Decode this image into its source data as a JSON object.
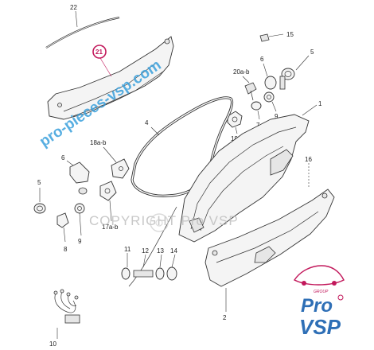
{
  "watermark": {
    "site": "pro-pieces-vsp.com",
    "copyright": "COPYRIGHT Pro VSP",
    "color": "#3aa0dc"
  },
  "brand": {
    "group_text": "GROUP",
    "line1": "Pro",
    "line2": "VSP",
    "pink": "#c2185b",
    "blue": "#2e6fb6"
  },
  "labels": {
    "p1": "1",
    "p2": "2",
    "p4": "4",
    "p5a": "5",
    "p5b": "5",
    "p6a": "6",
    "p6b": "6",
    "p7": "7",
    "p8": "8",
    "p9a": "9",
    "p9b": "9",
    "p10": "10",
    "p11": "11",
    "p12": "12",
    "p13": "13",
    "p14": "14",
    "p15": "15",
    "p16": "16",
    "p17": "17a-b",
    "p18": "18a-b",
    "p19": "19a-b",
    "p20": "20a-b",
    "p21": "21",
    "p22": "22"
  },
  "highlight_color": "#c2185b"
}
